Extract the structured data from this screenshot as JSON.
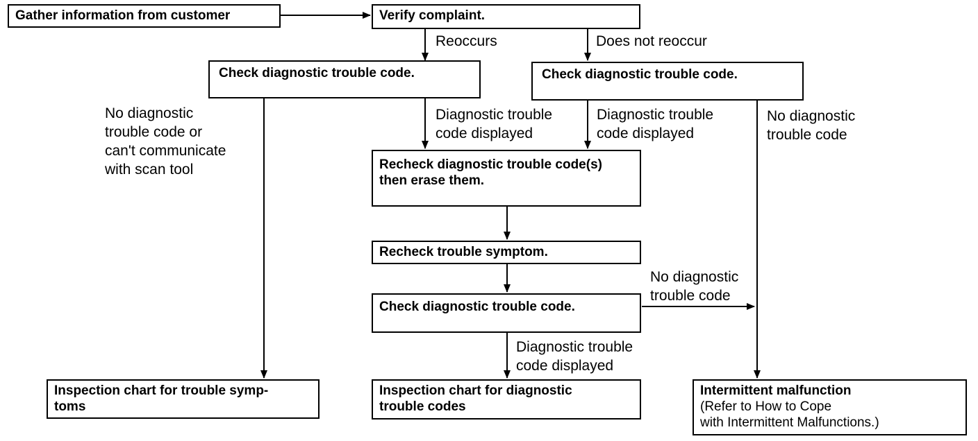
{
  "boxes": {
    "gather": "Gather information from customer",
    "verify": "Verify  complaint.",
    "check_left": "Check diagnostic trouble code.",
    "check_right": "Check diagnostic trouble code.",
    "recheck_erase": "Recheck diagnostic trouble code(s)\nthen erase them.",
    "recheck_symptom": "Recheck trouble symptom.",
    "check_mid": "Check diagnostic trouble code.",
    "insp_symptoms": "Inspection chart for trouble symp-\ntoms",
    "insp_codes": "Inspection  chart  for  diagnostic\ntrouble codes",
    "intermittent_title": "Intermittent malfunction",
    "intermittent_note": "(Refer to How to Cope\nwith Intermittent Malfunctions.)"
  },
  "labels": {
    "reoccurs": "Reoccurs",
    "not_reoccur": "Does not reoccur",
    "no_code_left": "No diagnostic\ntrouble code or\ncan't communicate\nwith scan tool",
    "code_displayed_1": "Diagnostic trouble\ncode displayed",
    "code_displayed_2": "Diagnostic trouble\ncode displayed",
    "no_code_right": "No diagnostic\ntrouble code",
    "no_code_mid": "No diagnostic\ntrouble code",
    "code_displayed_3": "Diagnostic trouble\ncode displayed"
  }
}
